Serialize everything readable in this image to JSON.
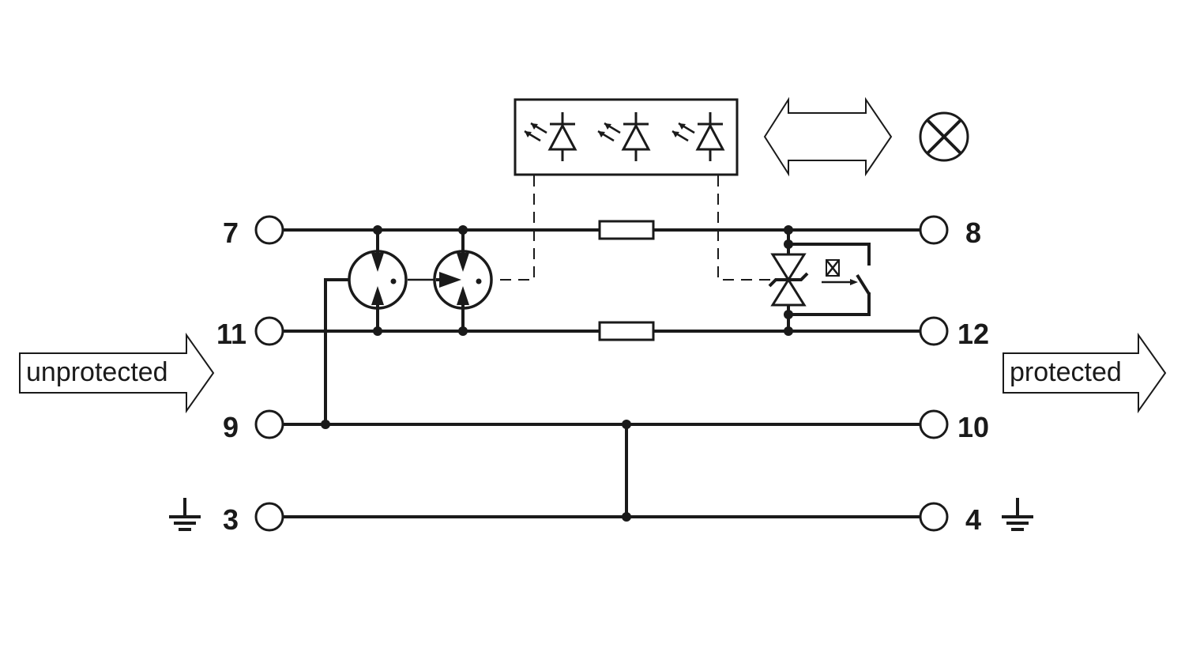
{
  "terminals": {
    "t7": "7",
    "t8": "8",
    "t11": "11",
    "t12": "12",
    "t9": "9",
    "t10": "10",
    "t3": "3",
    "t4": "4"
  },
  "arrows": {
    "input_label": "unprotected",
    "output_label": "protected"
  },
  "icons": {
    "ground": "ground-icon",
    "led": "led-icon",
    "gas_discharge_tube": "gas-discharge-tube-icon",
    "tvs_diode": "tvs-diode-icon",
    "resistor": "resistor-icon",
    "switch": "switch-contact-icon",
    "lamp": "lamp-icon",
    "double_arrow": "double-arrow-icon"
  },
  "colors": {
    "line": "#1a1a1a",
    "background": "#ffffff"
  }
}
